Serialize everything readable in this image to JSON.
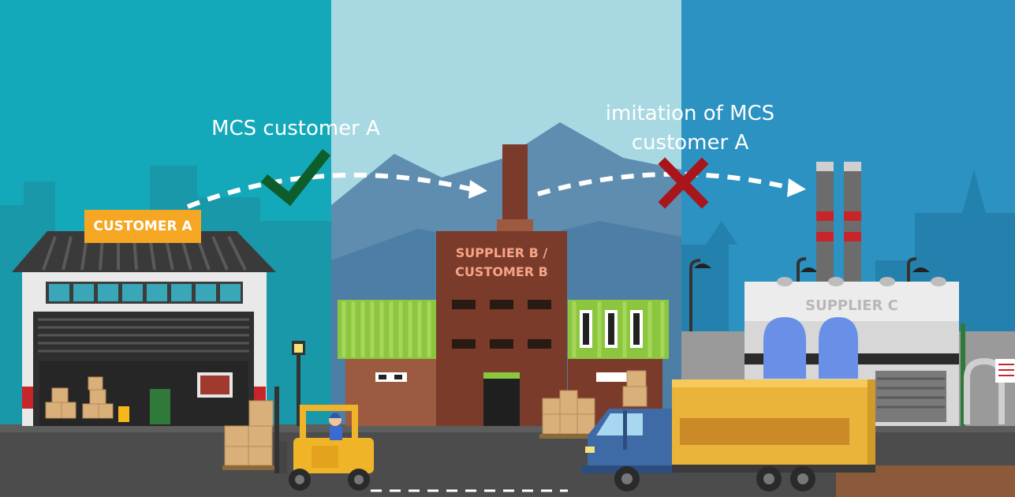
{
  "labels": {
    "flow_1": "MCS customer A",
    "flow_2": "imitation of MCS customer A"
  },
  "buildings": {
    "customer_a": "CUSTOMER A",
    "supplier_b": "SUPPLIER B / CUSTOMER B",
    "supplier_c": "SUPPLIER C"
  },
  "indicators": {
    "flow_1": "check-mark-icon",
    "flow_2": "cross-mark-icon"
  },
  "colors": {
    "panel_left": "#14a9ba",
    "panel_middle": "#a8d8e2",
    "panel_right": "#2b92c2",
    "check": "#0d5e2a",
    "cross": "#a8151b",
    "sign_orange": "#f5a623"
  }
}
